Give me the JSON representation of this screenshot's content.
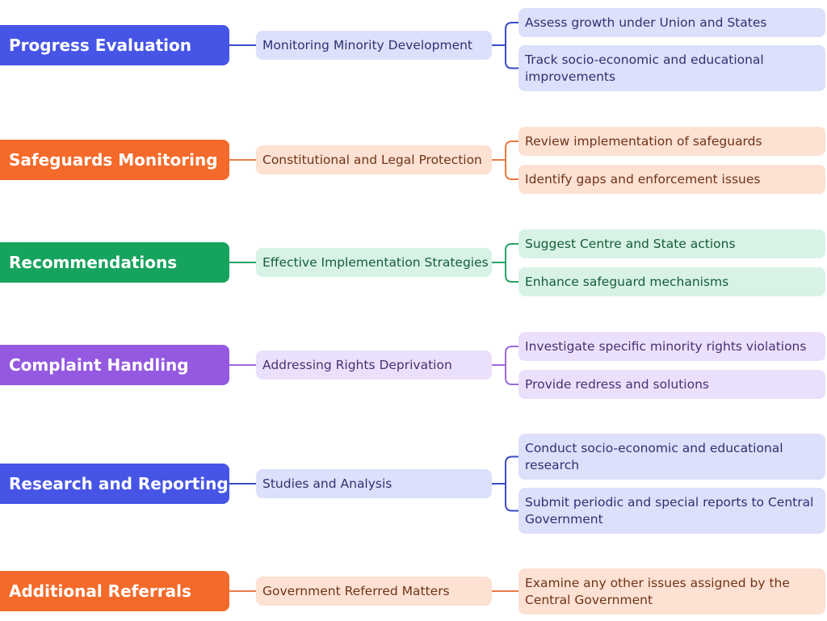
{
  "colors": {
    "blue": {
      "main": "#4655e6",
      "light": "#dde0fb",
      "line": "#3b4bc8",
      "text": "#2c3270"
    },
    "orange": {
      "main": "#f46a2a",
      "light": "#fde1d3",
      "line": "#ea7a45",
      "text": "#6e3419"
    },
    "green": {
      "main": "#16a35e",
      "light": "#d8f3e6",
      "line": "#27a26a",
      "text": "#155c38"
    },
    "purple": {
      "main": "#9459e0",
      "light": "#ebe0fb",
      "line": "#9b6ad8",
      "text": "#4a2f73"
    }
  },
  "branches": [
    {
      "id": "progress-evaluation",
      "color": "blue",
      "label": "Progress Evaluation",
      "mid_label": "Monitoring Minority Development",
      "leaves": [
        {
          "label": "Assess growth under Union and States"
        },
        {
          "label": "Track socio-economic and educational improvements"
        }
      ]
    },
    {
      "id": "safeguards-monitoring",
      "color": "orange",
      "label": "Safeguards Monitoring",
      "mid_label": "Constitutional and Legal Protection",
      "leaves": [
        {
          "label": "Review implementation of safeguards"
        },
        {
          "label": "Identify gaps and enforcement issues"
        }
      ]
    },
    {
      "id": "recommendations",
      "color": "green",
      "label": "Recommendations",
      "mid_label": "Effective Implementation Strategies",
      "leaves": [
        {
          "label": "Suggest Centre and State actions"
        },
        {
          "label": "Enhance safeguard mechanisms"
        }
      ]
    },
    {
      "id": "complaint-handling",
      "color": "purple",
      "label": "Complaint Handling",
      "mid_label": "Addressing Rights Deprivation",
      "leaves": [
        {
          "label": "Investigate specific minority rights violations"
        },
        {
          "label": "Provide redress and solutions"
        }
      ]
    },
    {
      "id": "research-and-reporting",
      "color": "blue",
      "label": "Research and Reporting",
      "mid_label": "Studies and Analysis",
      "leaves": [
        {
          "label": "Conduct socio-economic and educational research"
        },
        {
          "label": "Submit periodic and special reports to Central Government"
        }
      ]
    },
    {
      "id": "additional-referrals",
      "color": "orange",
      "label": "Additional Referrals",
      "mid_label": "Government Referred Matters",
      "leaves": [
        {
          "label": "Examine any other issues assigned by the Central Government"
        }
      ]
    }
  ]
}
